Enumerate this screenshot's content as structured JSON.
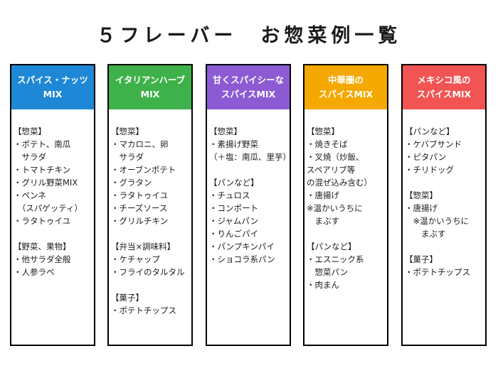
{
  "title": "５フレーバー　お惣菜例一覧",
  "flavors": [
    {
      "color": "#1e88d6",
      "header": [
        "スパイス・ナッツ",
        "MIX"
      ],
      "lines": [
        "【惣菜】",
        "・ポテト、南瓜",
        "　サラダ",
        "・トマトチキン",
        "・グリル野菜MIX",
        "・ペンネ",
        "　（スパゲッティ）",
        "・ラタトゥイユ",
        "",
        "【野菜、果物】",
        "・他サラダ全般",
        "・人参ラペ"
      ]
    },
    {
      "color": "#3fb14b",
      "header": [
        "イタリアンハーブ",
        "MIX"
      ],
      "lines": [
        "【惣菜】",
        "・マカロニ、卵",
        "　サラダ",
        "・オーブンポテト",
        "・グラタン",
        "・ラタトゥイユ",
        "・チーズソース",
        "・グリルチキン",
        "",
        "【弁当×調味料】",
        "・ケチャップ",
        "・フライのタルタル",
        "",
        "【菓子】",
        "・ポテトチップス"
      ]
    },
    {
      "color": "#8c5bd4",
      "header": [
        "甘くスパイシーな",
        "スパイスMIX"
      ],
      "lines": [
        "【惣菜】",
        "・素揚げ野菜",
        "（＋塩：南瓜、里芋）",
        "",
        "【パンなど】",
        "・チュロス",
        "・コンポート",
        "・ジャムパン",
        "・りんごパイ",
        "・パンプキンパイ",
        "・ショコラ系パン"
      ]
    },
    {
      "color": "#f5a800",
      "header": [
        "中華圏の",
        "スパイスMIX"
      ],
      "lines": [
        "【惣菜】",
        "・焼きそば",
        "・叉焼（炒飯、",
        "スペアリブ等",
        "の混ぜ込み含む）",
        "・唐揚げ",
        "※温かいうちに",
        "　まぶす",
        "",
        "【パンなど】",
        "・エスニック系",
        "　惣菜パン",
        "・肉まん"
      ]
    },
    {
      "color": "#f25454",
      "header": [
        "メキシコ風の",
        "スパイスMIX"
      ],
      "lines": [
        "【パンなど】",
        "・ケバブサンド",
        "・ピタパン",
        "・チリドッグ",
        "",
        "【惣菜】",
        "・唐揚げ",
        "　※温かいうちに",
        "　　まぶす",
        "",
        "【菓子】",
        "・ポテトチップス"
      ]
    }
  ]
}
